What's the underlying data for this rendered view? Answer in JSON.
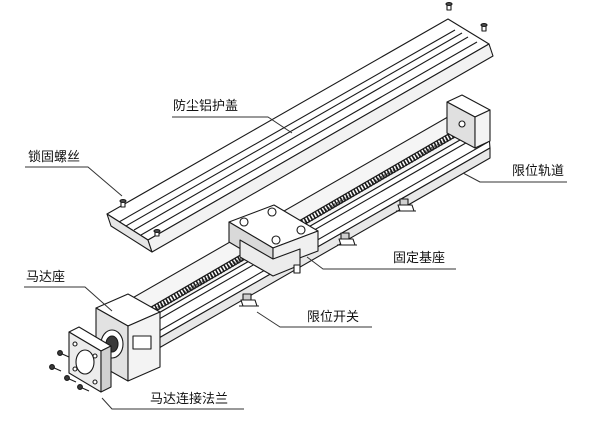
{
  "labels": {
    "dust_cover": "防尘铝护盖",
    "lock_screw": "锁固螺丝",
    "limit_rail": "限位轨道",
    "fixed_base": "固定基座",
    "motor_seat": "马达座",
    "limit_switch": "限位开关",
    "motor_flange": "马达连接法兰"
  },
  "colors": {
    "line": "#1a1a1a",
    "leader": "#333333",
    "fill": "#ffffff",
    "shade": "#dcdcdc",
    "dark": "#3a3a3a"
  }
}
